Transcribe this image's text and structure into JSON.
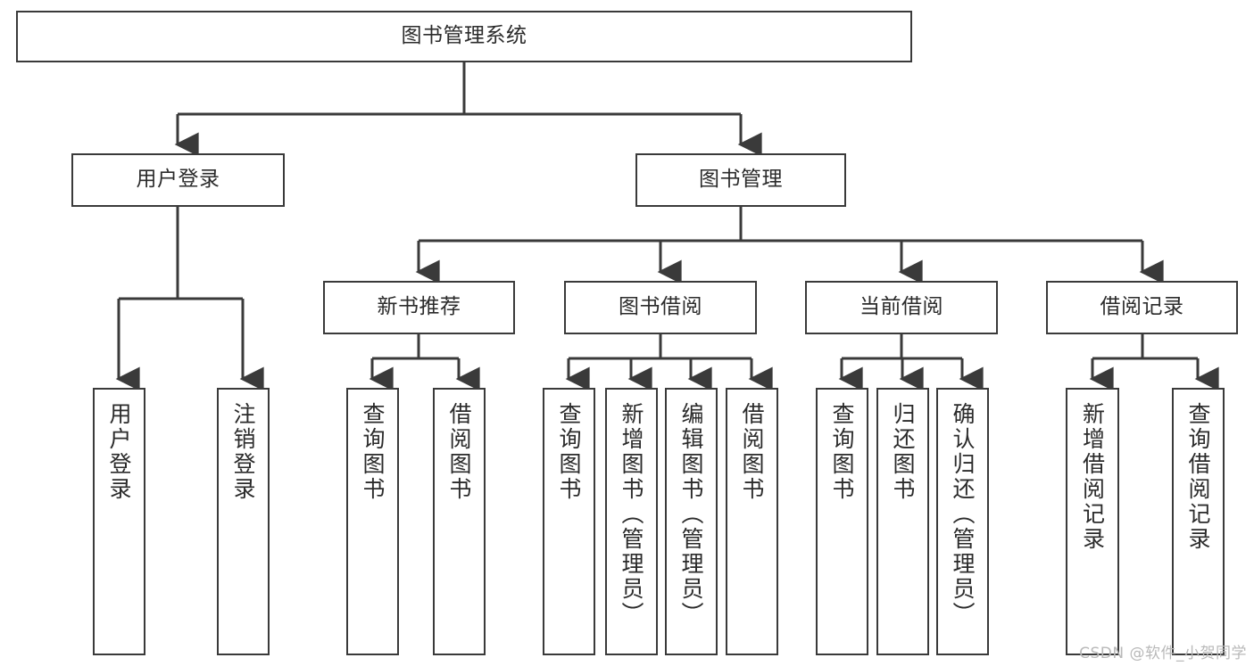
{
  "diagram": {
    "title_node": {
      "label": "图书管理系统"
    },
    "level2": [
      {
        "id": "user-login",
        "label": "用户登录"
      },
      {
        "id": "book-management",
        "label": "图书管理"
      }
    ],
    "level3": [
      {
        "id": "new-book-recommend",
        "label": "新书推荐"
      },
      {
        "id": "book-borrow",
        "label": "图书借阅"
      },
      {
        "id": "current-borrow",
        "label": "当前借阅"
      },
      {
        "id": "borrow-record",
        "label": "借阅记录"
      }
    ],
    "leaves": [
      {
        "id": "leaf-user-login",
        "label": "用户登录"
      },
      {
        "id": "leaf-user-logout",
        "label": "注销登录"
      },
      {
        "id": "leaf-query-book-1",
        "label": "查询图书"
      },
      {
        "id": "leaf-borrow-book-1",
        "label": "借阅图书"
      },
      {
        "id": "leaf-query-book-2",
        "label": "查询图书"
      },
      {
        "id": "leaf-add-book",
        "label": "新增图书（管理员）"
      },
      {
        "id": "leaf-edit-book",
        "label": "编辑图书（管理员）"
      },
      {
        "id": "leaf-borrow-book-2",
        "label": "借阅图书"
      },
      {
        "id": "leaf-query-book-3",
        "label": "查询图书"
      },
      {
        "id": "leaf-return-book",
        "label": "归还图书"
      },
      {
        "id": "leaf-confirm-return",
        "label": "确认归还（管理员）"
      },
      {
        "id": "leaf-add-record",
        "label": "新增借阅记录"
      },
      {
        "id": "leaf-query-record",
        "label": "查询借阅记录"
      }
    ]
  },
  "watermark": {
    "text": "CSDN @软件_小贺同学"
  },
  "colors": {
    "stroke": "#3a3a3a",
    "background": "#ffffff",
    "text": "#2b2b2b",
    "watermark": "#b9b9b9"
  }
}
